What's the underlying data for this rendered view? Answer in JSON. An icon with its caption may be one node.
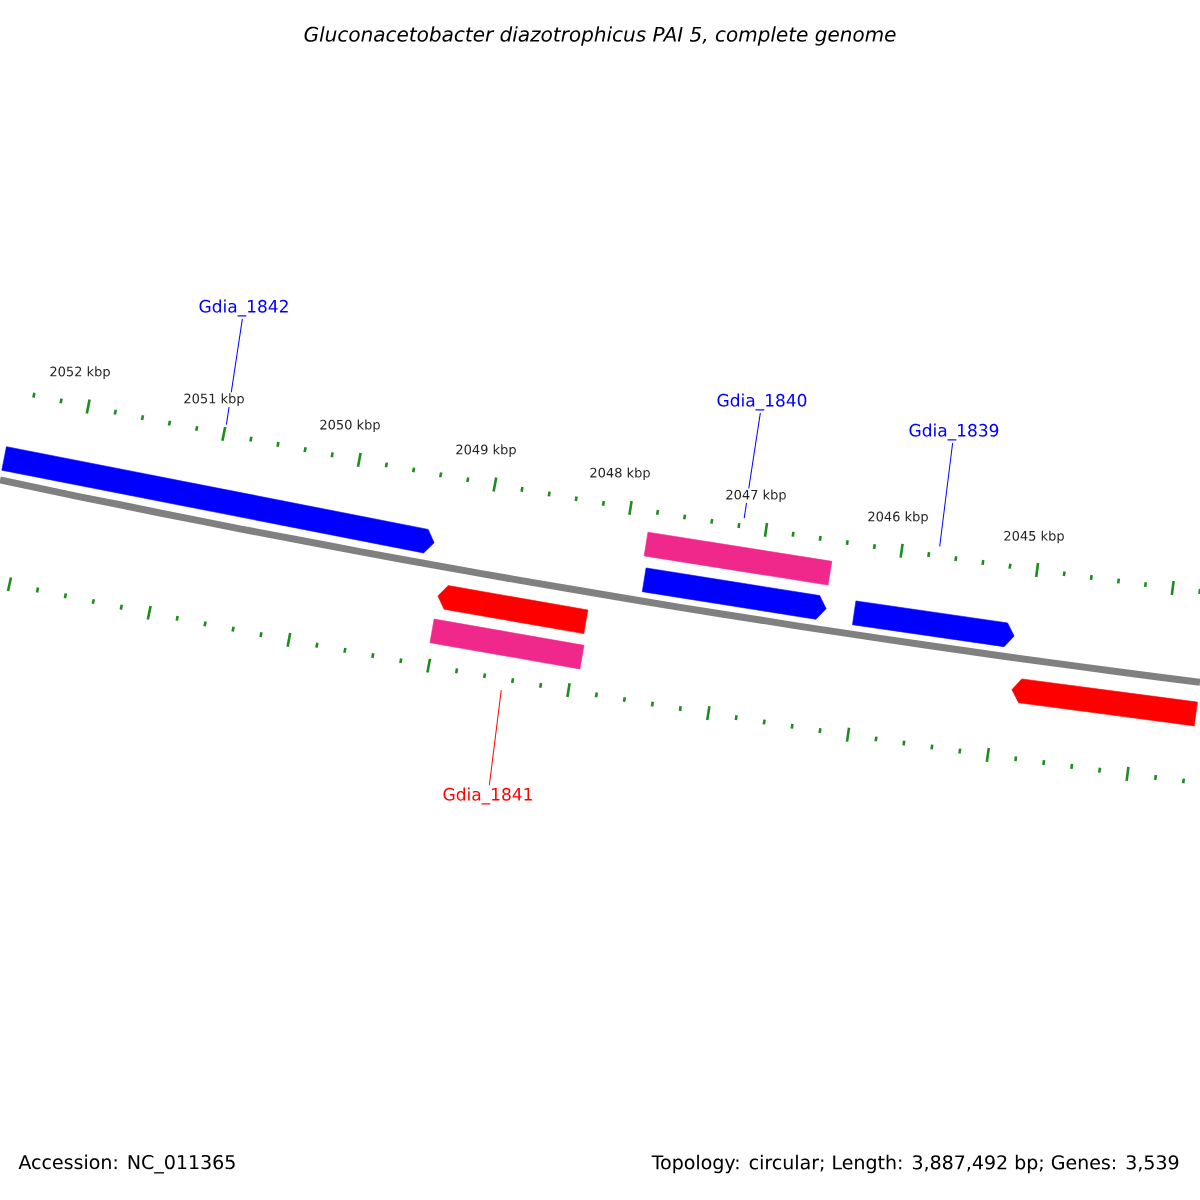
{
  "diagram": {
    "title": "Gluconacetobacter diazotrophicus PAI 5, complete genome",
    "nodes": [
      {
        "text": [
          "Gdia_1842"
        ]
      },
      {
        "text": [],
        "shape": "bar"
      },
      {
        "text": [
          "Gdia_1840"
        ]
      },
      {
        "text": [],
        "shape": "bar"
      },
      {
        "text": [
          "Gdia_1839"
        ]
      },
      {
        "text": [],
        "shape": "bar"
      },
      {
        "text": [
          "Gdia_1841"
        ]
      },
      {
        "text": [],
        "shape": "bar"
      }
    ],
    "edges": [
      {
        "from": 0,
        "to": 1,
        "arrow": "none"
      },
      {
        "from": 2,
        "to": 3,
        "arrow": "none"
      },
      {
        "from": 4,
        "to": 5,
        "arrow": "none"
      },
      {
        "from": 6,
        "to": 7,
        "arrow": "none",
        "color": "#ff0000"
      }
    ],
    "labels": [
      "2052 kbp",
      "2051 kbp",
      "2050 kbp",
      "2049 kbp",
      "2048 kbp",
      "2047 kbp",
      "2046 kbp",
      "2045 kbp",
      "Accession: NC_011365",
      "Topology: circular; Length: 3,887,492 bp; Genes: 3,539"
    ]
  }
}
